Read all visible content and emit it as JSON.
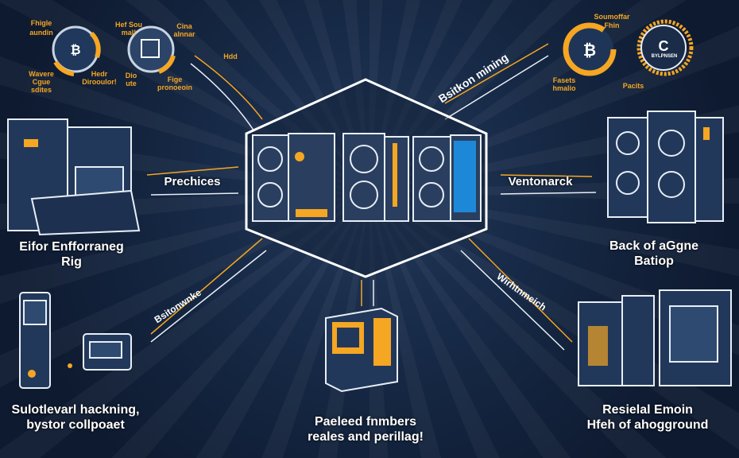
{
  "colors": {
    "accent": "#f5a623",
    "line": "#e8eef7",
    "background": "#14213a",
    "panel": "#2a3f5f",
    "blue": "#1e88d8"
  },
  "center": {
    "label_left": "Prechices",
    "label_right": "Ventonarck",
    "diag_top_right": "Bsitkon mining",
    "diag_bottom_left": "Bsitonwnke",
    "diag_bottom_right": "Wirhtnmeich"
  },
  "nodes": {
    "left_rig": {
      "line1": "Eifor Enfforraneg",
      "line2": "Rig"
    },
    "right_rig": {
      "line1": "Back of aGgne",
      "line2": "Batiop"
    },
    "bottom_left": {
      "line1": "Sulotlevarl hackning,",
      "line2": "bystor collpoaet"
    },
    "bottom_center": {
      "line1": "Paeleed fnmbers",
      "line2": "reales and perillag!"
    },
    "bottom_right": {
      "line1": "Resielal Emoin",
      "line2": "Hfeh of ahogground"
    }
  },
  "top_left_labels": [
    "Fhigle",
    "aundin",
    "Wavere",
    "Cgue",
    "sdites",
    "Hedr",
    "Dirooulor!",
    "Hef Sou",
    "mal!",
    "Cina",
    "alnnar",
    "Fige",
    "pronoeoin",
    "Dio",
    "ute",
    "Hdd"
  ],
  "top_right_labels": [
    "Soumoffar",
    "Fhin",
    "Fasets",
    "hmalio",
    "Pacits",
    "BYLPNSEN"
  ],
  "icons": {
    "left_gauge": "bitcoin-icon",
    "right_gauge": "bitcoin-icon",
    "badge": "crypto-c-icon"
  }
}
